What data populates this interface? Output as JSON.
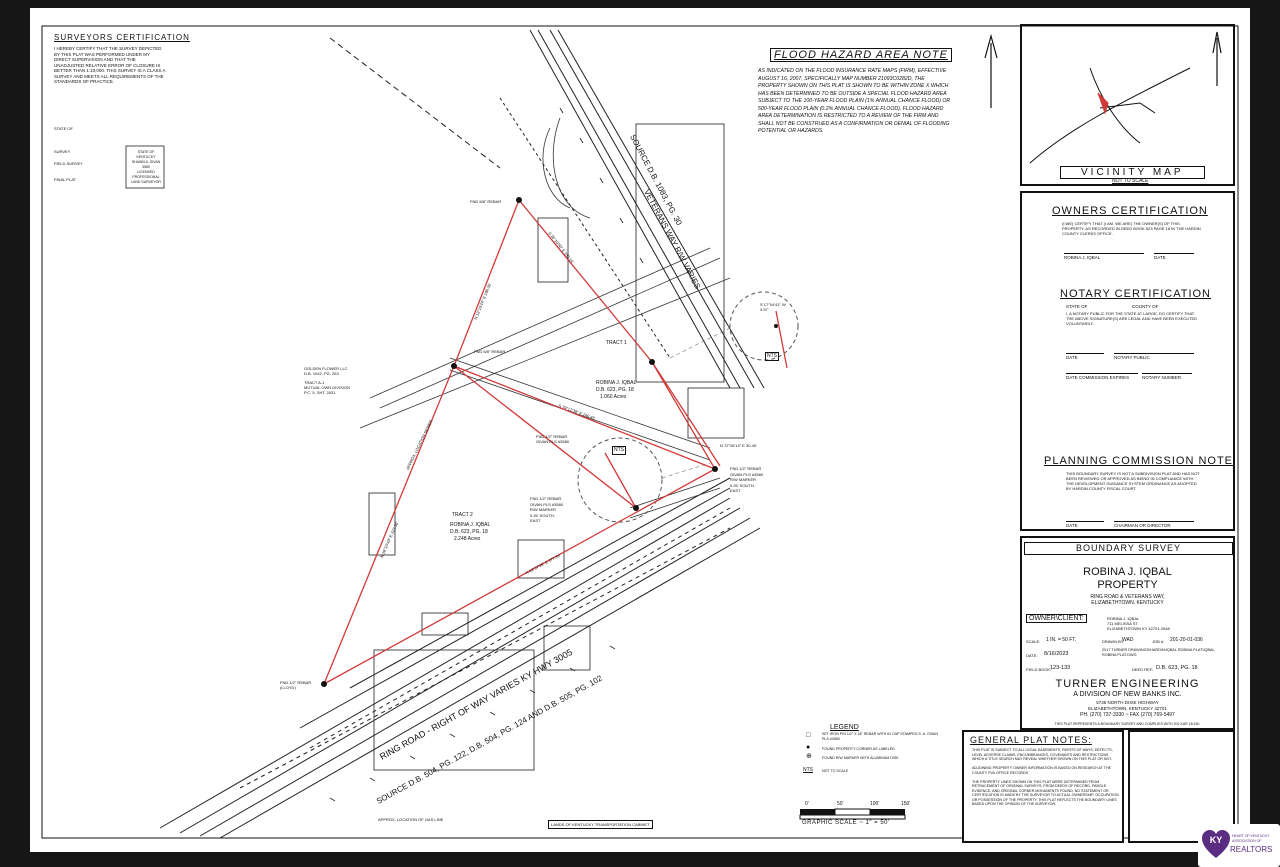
{
  "surveyors_certification": {
    "title": "SURVEYORS CERTIFICATION",
    "body": "I HEREBY CERTIFY THAT THE SURVEY DEPICTED BY THIS PLAT WAS PERFORMED UNDER MY DIRECT SUPERVISION AND THAT THE UNADJUSTED RELATIVE ERROR OF CLOSURE IS BETTER THAN 1:10,000. THIS SURVEY IS A CLASS A SURVEY AND MEETS ALL REQUIREMENTS OF THE STANDARDS OF PRACTICE.",
    "seal_text": "STATE OF KENTUCKY\nSHAWN A. SIVAN\n3580\nLICENSED PROFESSIONAL LAND SURVEYOR",
    "dates": [
      "STATE OF",
      "SURVEY",
      "FIELD SURVEY",
      "FINAL PLAT"
    ]
  },
  "flood_note": {
    "title": "FLOOD HAZARD AREA NOTE",
    "body": "AS INDICATED ON THE FLOOD INSURANCE RATE MAPS (FIRM), EFFECTIVE AUGUST 16, 2007, SPECIFICALLY MAP NUMBER 21093C0282D, THE PROPERTY SHOWN ON THIS PLAT IS SHOWN TO BE WITHIN ZONE X WHICH HAS BEEN DETERMINED TO BE OUTSIDE A SPECIAL FLOOD HAZARD AREA SUBJECT TO THE 100-YEAR FLOOD PLAIN (1% ANNUAL CHANCE FLOOD) OR 500-YEAR FLOOD PLAIN (0.2% ANNUAL CHANCE FLOOD). FLOOD HAZARD AREA DETERMINATION IS RESTRICTED TO A REVIEW OF THE FIRM AND SHALL NOT BE CONSTRUED AS A CONFIRMATION OR DENIAL OF FLOODING POTENTIAL OR HAZARDS."
  },
  "vicinity_map": {
    "title": "VICINITY MAP",
    "subtitle": "NOT TO SCALE"
  },
  "owners_certification": {
    "title": "OWNERS CERTIFICATION",
    "body": "(I,WE) CERTIFY THAT (I AM, WE ARE) THE OWNER(S) OF THIS PROPERTY, AS RECORDED IN DEED BOOK 623 PAGE 18 IN THE HARDIN COUNTY CLERKS OFFICE.",
    "sig_name": "ROBINA J. IQBAL",
    "sig_date": "DATE"
  },
  "notary_certification": {
    "title": "NOTARY CERTIFICATION",
    "state": "STATE OF",
    "county": "COUNTY OF",
    "body": "I, A NOTARY PUBLIC FOR THE STATE AT LARGE, DO CERTIFY THAT THE ABOVE SIGNATURE(S) ARE LEGAL AND HAVE BEEN EXECUTED VOLUNTARILY.",
    "date": "DATE",
    "public": "NOTARY PUBLIC",
    "expires": "DATE COMMISSION EXPIRES",
    "number": "NOTARY NUMBER"
  },
  "planning_note": {
    "title": "PLANNING COMMISSION NOTE",
    "body": "THIS BOUNDARY SURVEY IS NOT A SUBDIVISION PLAT AND HAS NOT BEEN REVIEWED OR APPROVED AS BEING IN COMPLIANCE WITH THE DEVELOPMENT GUIDANCE SYSTEM ORDINANCE AS ADOPTED BY HARDIN COUNTY FISCAL COURT.",
    "date": "DATE",
    "chair": "CHAIRMAN OR DIRECTOR"
  },
  "title_block": {
    "type": "BOUNDARY SURVEY",
    "name1": "ROBINA J. IQBAL",
    "name2": "PROPERTY",
    "location1": "RING ROAD & VETERANS WAY,",
    "location2": "ELIZABETHTOWN, KENTUCKY",
    "owner_label": "OWNER\\CLIENT:",
    "owner_info": "ROBINA J. IQBAL\n711 MELISSA ST\nELIZABETHTOWN KY 42701-2648",
    "scale_label": "SCALE:",
    "scale": "1 IN. = 50 FT.",
    "drawn_label": "DRAWN BY:",
    "drawn": "WAD",
    "job_label": "JOB #:",
    "job": "201-20-01-036",
    "date_label": "DATE:",
    "date": "8/16/2023",
    "file": "2017 TURNER DRAWINGS\\HARDIN\\IQBAL ROBINA PLAT\\IQBAL ROBINA PLAT.DWG",
    "field_label": "FIELD BOOK:",
    "field": "123-133",
    "deed_label": "DEED REF:",
    "deed": "D.B. 623, PG. 18"
  },
  "company": {
    "name": "TURNER ENGINEERING",
    "division": "A DIVISION OF NEW BANKS INC.",
    "address1": "5735 NORTH DIXIE HIGHWAY",
    "address2": "ELIZABETHTOWN, KENTUCKY 42701",
    "phone": "PH. (270) 737-3330 ~ FAX (270) 769-5497",
    "footer": "THIS PLAT REPRESENTS A BOUNDARY SURVEY AND COMPLIES WITH 201 KAR 18:150."
  },
  "general_notes": {
    "title": "GENERAL PLAT NOTES:",
    "body": "THIS PLAT IS SUBJECT TO ALL LEGAL EASEMENTS, RIGHTS OF WAYS, DEFECTS, LEVEL ADVERSE CLAIMS, ENCUMBRANCES, COVENANTS AND RESTRICTIONS WHICH A TITLE SEARCH MAY REVEAL WHETHER SHOWN ON THIS PLAT OR NOT.\n\nADJOINING PROPERTY OWNER INFORMATION IS BASED ON RESEARCH AT THE COUNTY PVA OFFICE RECORDS.\n\nTHE PROPERTY LINES SHOWN ON THIS PLAT WERE DETERMINED FROM RETRACEMENT OF ORIGINAL SURVEYS, FROM DEEDS OF RECORD, PAROLE EVIDENCE, AND ORIGINAL CORNER MONUMENTS FOUND. NO STATEMENT OR CERTIFICATION IS MADE BY THE SURVEYOR TO ACTUAL OWNERSHIP, OCCUPATION OR POSSESSION OF THE PROPERTY. THIS PLAT REFLECTS THE BOUNDARY LINES BASED UPON THE OPINION OF THE SURVEYOR."
  },
  "legend": {
    "title": "LEGEND",
    "items": [
      "SET IRON PIN 1/2\" X 18\" REBAR WITH ID CAP STAMPED S. A. GIVAN PLS #3580",
      "FOUND PROPERTY CORNER AS LABELED",
      "FOUND R/W MARKER WITH ALUMINUM DISK",
      "NOT TO SCALE"
    ],
    "nts_symbol": "NTS"
  },
  "graphic_scale": {
    "ticks": [
      "0'",
      "50'",
      "100'",
      "150'"
    ],
    "label": "GRAPHIC SCALE ~ 1\" = 50'"
  },
  "plan": {
    "veterans_way1": "VETERANS WAY  R/W VARIES",
    "veterans_way2": "SOURCE D.B. 1083, PG. 30",
    "ring_road1": "RING ROAD - RIGHT OF WAY VARIES  KY HWY 3005",
    "ring_road2": "SOURCE D.B. 504, PG. 122, D.B. 504, PG. 124 AND D.B. 505, PG. 102",
    "tract1_title": "TRACT 1",
    "tract1_owner": "ROBINA J. IQBAL",
    "tract1_deed": "D.B. 623, PG. 18",
    "tract1_area": "1.060 Acres",
    "tract2_title": "TRACT 2",
    "tract2_owner": "ROBINA J. IQBAL",
    "tract2_deed": "D.B. 623, PG. 18",
    "tract2_area": "2.248 Acres",
    "adjoiner_top": "GOLDEN FLOWER LLC\nD.B. 1042, PG. 263",
    "adjoiner_sub": "TRACT A-1\nMUTUAL OWN DIVISION\nP.C. 5, SHT. 2031",
    "fnd_rebar_1": "FND 5/8\" REBAR",
    "fnd_rebar_2": "FND 5/8\" REBAR",
    "fnd_rebar_3": "FND 1/2\" REBAR\nGIVAN PLS #3580",
    "fnd_rebar_4": "FND 1/2\" REBAR\nGIVAN PLS #3580\nR/W MARKER\n0.26' SOUTH-\nEAST",
    "fnd_rebar_5": "FND 1/2\" REBAR\nGIVAN PLS #3580\nR/W MARKER\n0.26' SOUTH-\nEAST",
    "fnd_rebar_sw": "FND 1/2\" REBAR\n(LLOYD)",
    "bearing_1": "N 13°15'24\" E  186.35'",
    "bearing_2": "S 26°10'50\" E  182.14'",
    "bearing_3": "N 26°10'49\" E  222.36'",
    "bearing_4": "N 62°57'26\" E  377.53'",
    "bearing_5": "S 79°12'38\" E  246.45'",
    "bearing_6": "N 72°26'14\" E  30.40'",
    "inset_bearing": "S 17°04'41\" W\n3.57'",
    "nts": "NTS",
    "approx_loc_1": "APPROX. LOCATION SEWER",
    "approx_loc_2": "APPROX. LOCATION OF GAS LINE",
    "bottom_note": "LANDS OF KENTUCKY TRANSPORTATION CABINET"
  },
  "realtor": {
    "initials": "KY",
    "line1": "HEART OF KENTUCKY",
    "line2": "ASSOCIATION OF",
    "brand": "REALTORS",
    "color": "#5a2d82"
  },
  "colors": {
    "boundary": "#d23a3a",
    "line": "#111111"
  }
}
